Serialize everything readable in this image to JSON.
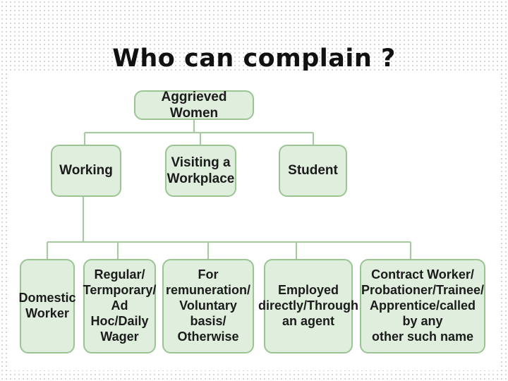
{
  "slide": {
    "title": "Who can complain ?"
  },
  "diagram": {
    "root": "Aggrieved Women",
    "level1": [
      "Working",
      "Visiting a\nWorkplace",
      "Student"
    ],
    "level2": [
      "Domestic\nWorker",
      "Regular/\nTermporary/\nAd Hoc/Daily\nWager",
      "For\nremuneration/\nVoluntary basis/\nOtherwise",
      "Employed\ndirectly/Through\nan agent",
      "Contract Worker/\nProbationer/Trainee/\nApprentice/called by any\nother such name"
    ]
  },
  "colors": {
    "node_fill": "#dfeedd",
    "node_border": "#9bc493",
    "connector": "#a9c9a2"
  }
}
